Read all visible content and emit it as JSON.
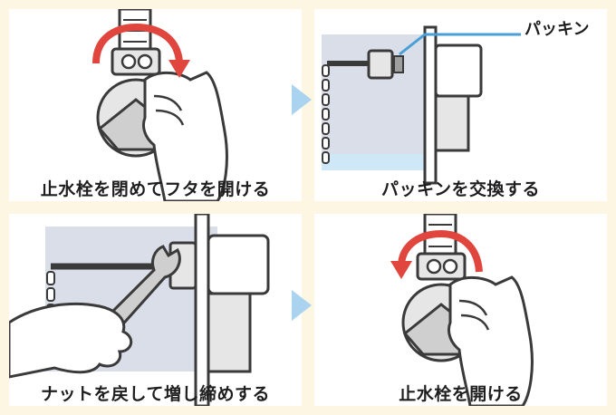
{
  "steps": [
    {
      "caption": "止水栓を閉めてフタを開ける"
    },
    {
      "caption": "パッキンを交換する",
      "callout": "パッキン"
    },
    {
      "caption": "ナットを戻して増し締めする"
    },
    {
      "caption": "止水栓を開ける"
    }
  ],
  "colors": {
    "background": "#fcf6e3",
    "panel": "#ffffff",
    "tank": "#d9dee8",
    "arrow": "#a9d3ee",
    "rotation_arrow": "#e0453e",
    "outline": "#3a3a3a"
  }
}
